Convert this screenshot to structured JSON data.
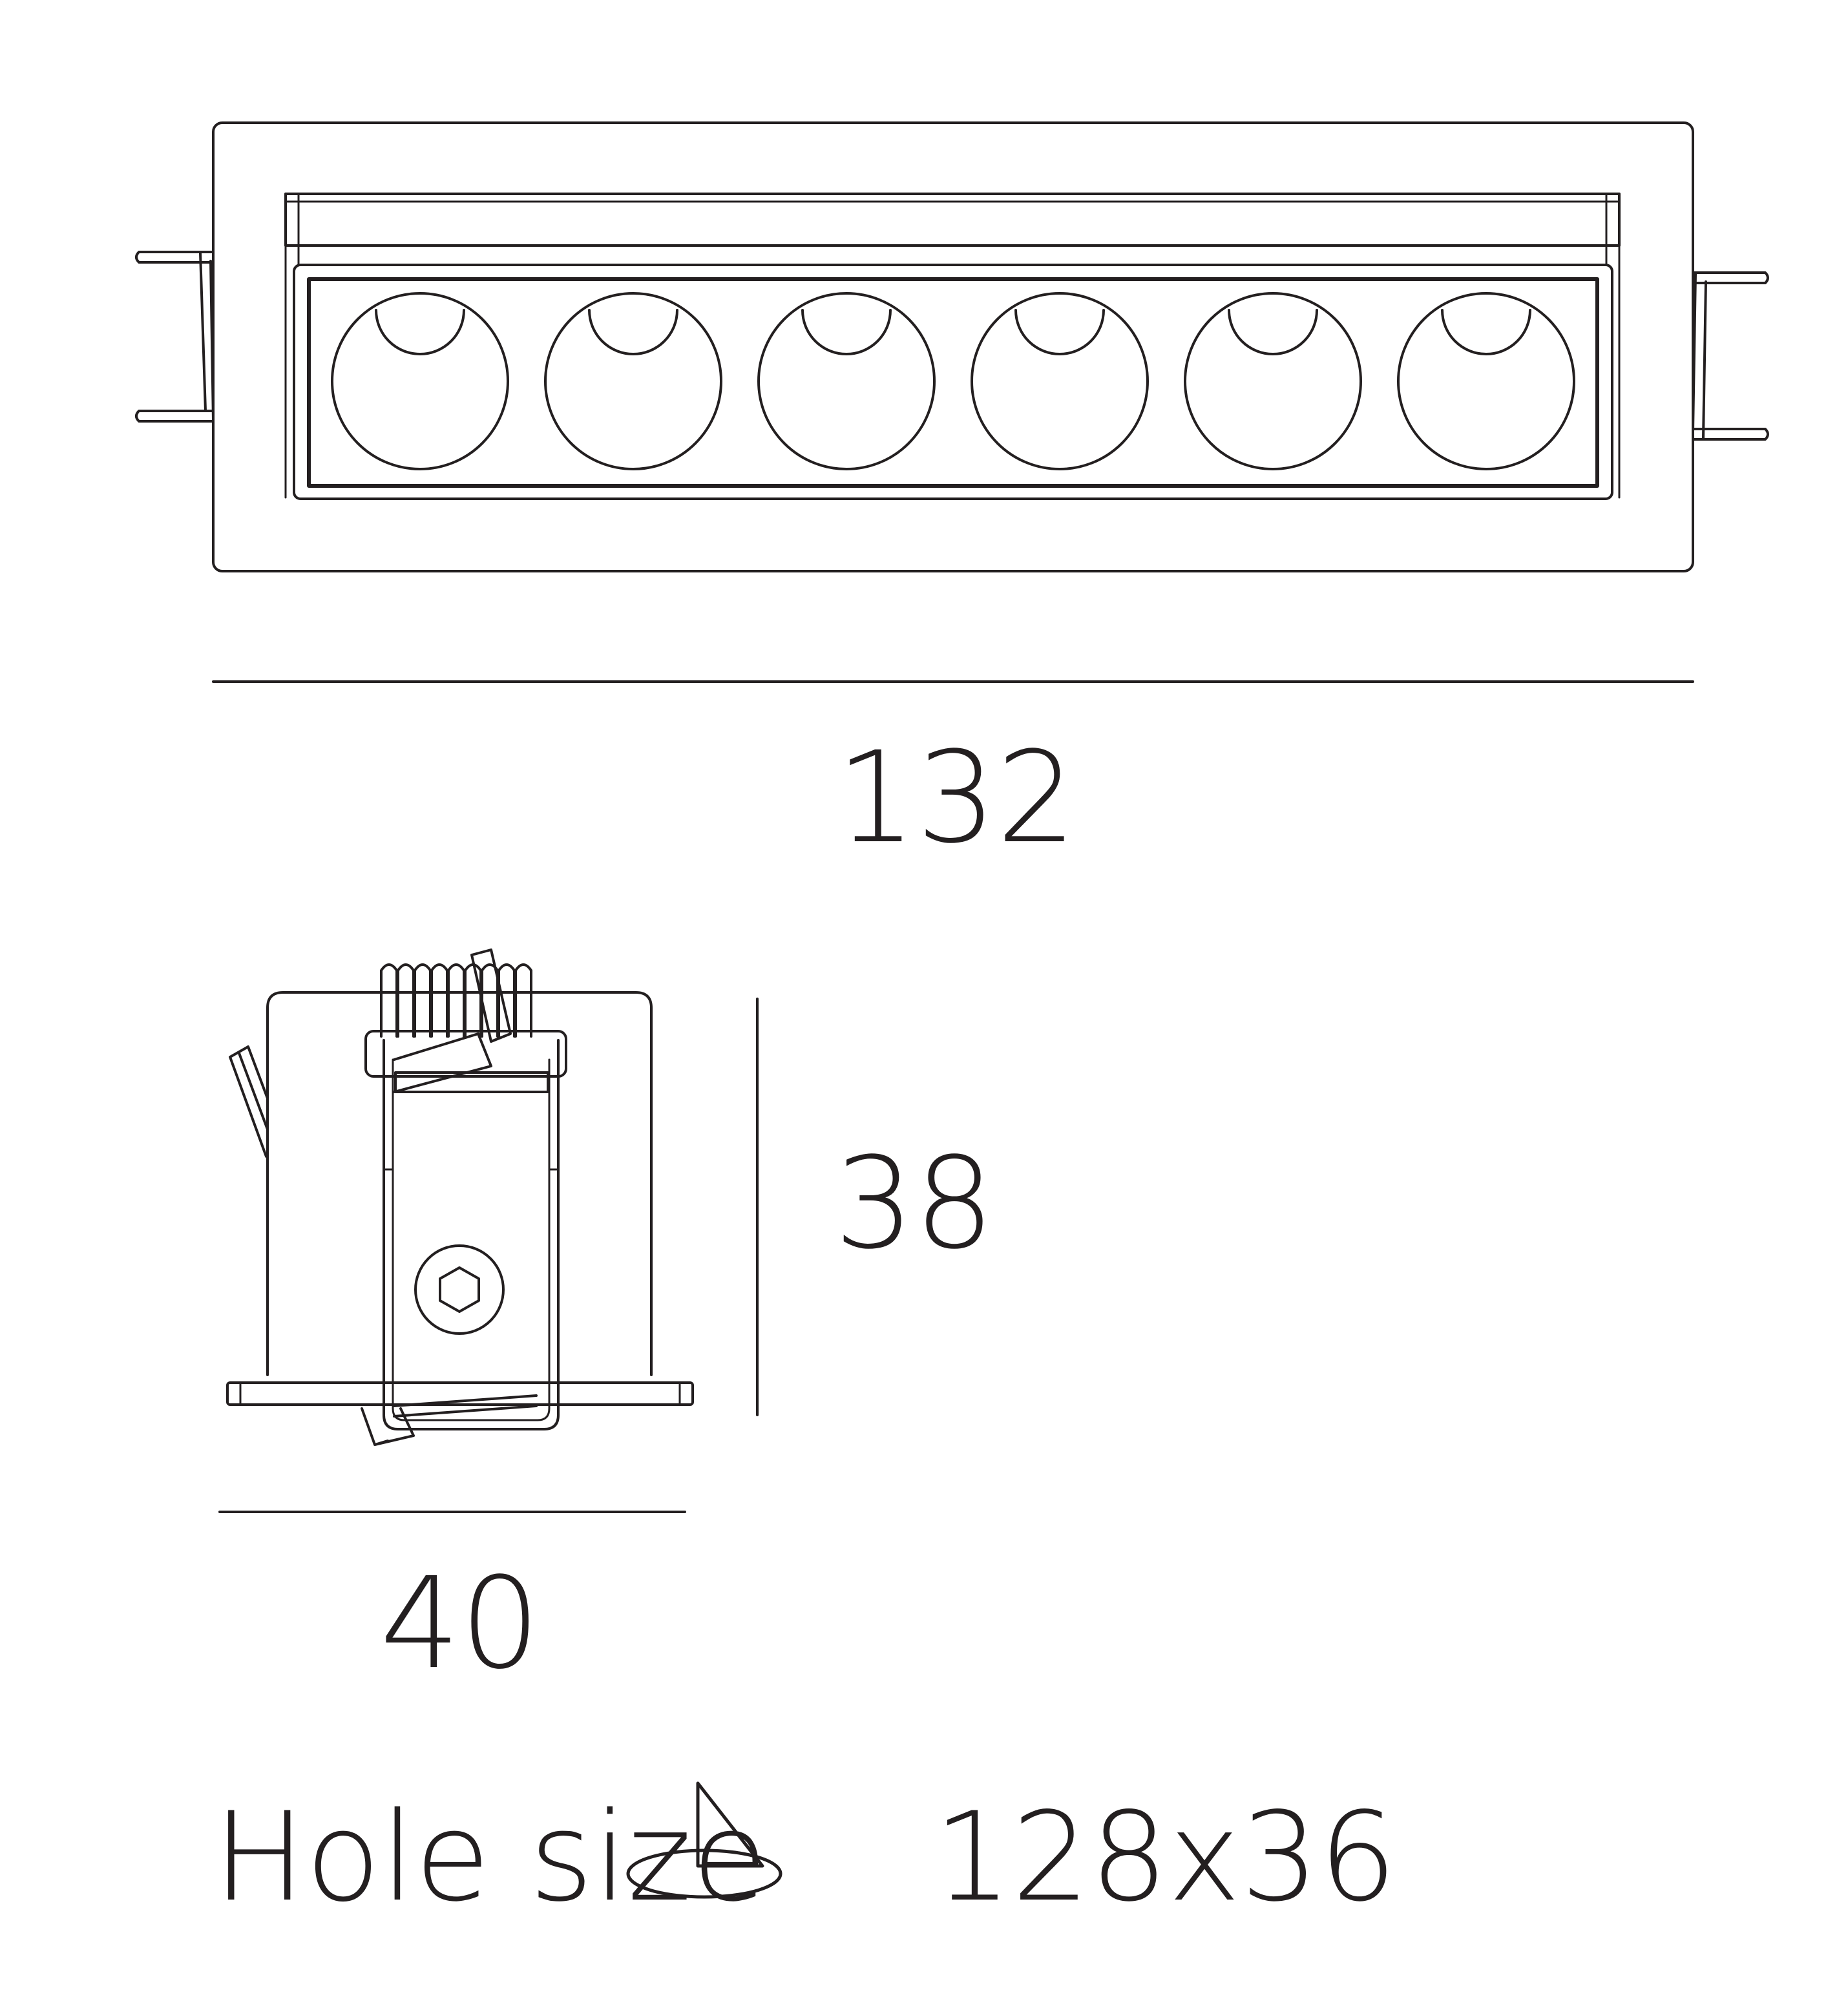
{
  "dimensions": {
    "length": "132",
    "height": "38",
    "width": "40"
  },
  "hole": {
    "label": "Hole size",
    "value": "128x36"
  },
  "icons": [
    "hole-size-icon",
    "hex-screw-icon",
    "spring-clip-icon"
  ],
  "colors": {
    "line": "#231f20",
    "background": "#ffffff"
  },
  "led_count": 6
}
